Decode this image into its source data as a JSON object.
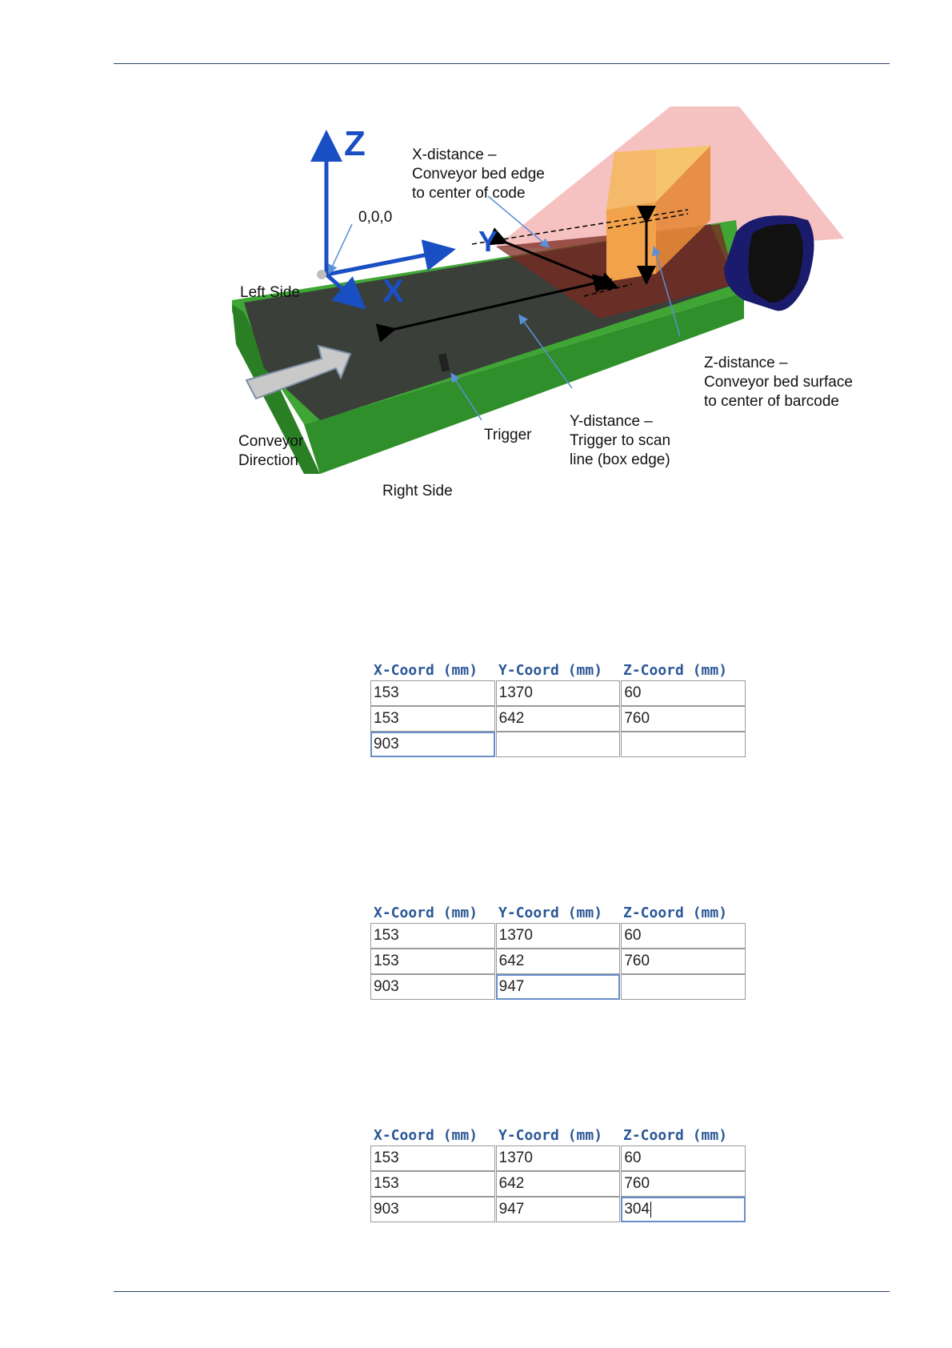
{
  "figure": {
    "axis_z": "Z",
    "axis_y": "Y",
    "axis_x": "X",
    "origin": "0,0,0",
    "left_side": "Left Side",
    "right_side": "Right Side",
    "trigger": "Trigger",
    "conveyor_direction": [
      "Conveyor",
      "Direction"
    ],
    "x_distance": [
      "X-distance –",
      "Conveyor bed edge",
      "to center of code"
    ],
    "y_distance": [
      "Y-distance –",
      "Trigger to scan",
      "line (box edge)"
    ],
    "z_distance": [
      "Z-distance –",
      "Conveyor bed surface",
      "to center of barcode"
    ],
    "colors": {
      "conveyor_frame": "#3fa535",
      "belt": "#3a3f3a",
      "axis": "#1a4fc4",
      "scan_field": "#f4b6b6",
      "box": "#f2b25a",
      "scanner": "#1b1b6e"
    }
  },
  "tables": [
    {
      "headers": [
        "X-Coord (mm)",
        "Y-Coord (mm)",
        "Z-Coord (mm)"
      ],
      "rows": [
        [
          "153",
          "1370",
          "60"
        ],
        [
          "153",
          "642",
          "760"
        ],
        [
          "903",
          "",
          ""
        ]
      ]
    },
    {
      "headers": [
        "X-Coord (mm)",
        "Y-Coord (mm)",
        "Z-Coord (mm)"
      ],
      "rows": [
        [
          "153",
          "1370",
          "60"
        ],
        [
          "153",
          "642",
          "760"
        ],
        [
          "903",
          "947",
          ""
        ]
      ]
    },
    {
      "headers": [
        "X-Coord (mm)",
        "Y-Coord (mm)",
        "Z-Coord (mm)"
      ],
      "rows": [
        [
          "153",
          "1370",
          "60"
        ],
        [
          "153",
          "642",
          "760"
        ],
        [
          "903",
          "947",
          "304"
        ]
      ]
    }
  ]
}
